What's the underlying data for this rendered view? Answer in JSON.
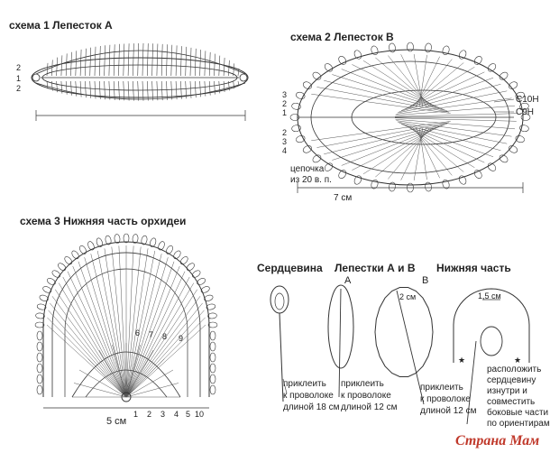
{
  "schemes": {
    "s1": {
      "title": "схема 1  Лепесток А",
      "row_labels": [
        "2",
        "1",
        "2"
      ]
    },
    "s2": {
      "title": "схема 2  Лепесток В",
      "row_labels_top": [
        "3",
        "2",
        "1"
      ],
      "row_labels_bottom": [
        "2",
        "3",
        "4"
      ],
      "stitch_a": "С10Н",
      "stitch_b": "С9Н",
      "chain_note_1": "цепочка",
      "chain_note_2": "из 20 в. п.",
      "width": "7 см"
    },
    "s3": {
      "title": "схема 3 Нижняя часть орхидеи",
      "width": "5 см",
      "row_numbers": [
        "1",
        "2",
        "3",
        "4",
        "5",
        "10"
      ],
      "inner_numbers": [
        "6",
        "7",
        "8",
        "9"
      ]
    }
  },
  "assembly": {
    "heart": {
      "title": "Сердцевина",
      "note_1": "приклеить",
      "note_2": "к проволоке",
      "note_3": "длиной 18 см"
    },
    "petals": {
      "title": "Лепестки А и В",
      "label_a": "А",
      "label_b": "В",
      "dim": "2 см",
      "note_a_1": "приклеить",
      "note_a_2": "к проволоке",
      "note_a_3": "длиной 12 см",
      "note_b_1": "приклеить",
      "note_b_2": "к проволоке",
      "note_b_3": "длиной 12 см"
    },
    "lower": {
      "title": "Нижняя часть",
      "dim": "1,5 см",
      "note_1": "расположить",
      "note_2": "сердцевину",
      "note_3": "изнутри и",
      "note_4": "совместить",
      "note_5": "боковые части",
      "note_6": "по ориентирам"
    }
  },
  "watermark": {
    "text": "Страна Мам",
    "color": "#c0392b"
  }
}
